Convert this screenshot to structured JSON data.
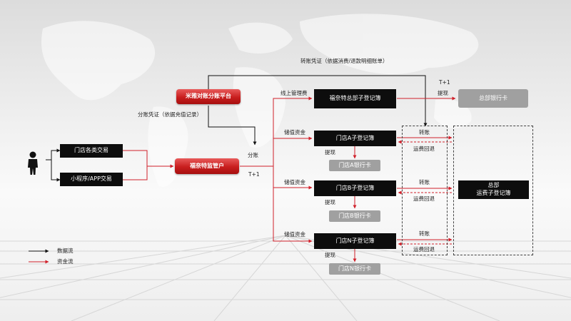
{
  "top_note": "转账凭证（依据消费/退款明细账单）",
  "reconciliation_platform": "米雅对账分账平台",
  "split_voucher": "分账凭证（依据充值记录）",
  "split_label": "分账",
  "t_plus_1_mid": "T+1",
  "t_plus_1_top": "T+1",
  "supervision_account": "福奈特监管户",
  "store_transactions": "门店各类交易",
  "miniapp_transactions": "小程序/APP交易",
  "online_fee": "线上管理费",
  "hq_sub_ledger": "福奈特总部子登记簿",
  "hq_bank_card": "总部银行卡",
  "withdraw": "提现",
  "stores": [
    {
      "deposit_label": "储值资金",
      "ledger": "门店A子登记簿",
      "withdraw": "提现",
      "bank": "门店A银行卡",
      "transfer": "转账",
      "return": "运费回退"
    },
    {
      "deposit_label": "储值资金",
      "ledger": "门店B子登记簿",
      "withdraw": "提现",
      "bank": "门店B银行卡",
      "transfer": "转账",
      "return": "运费回退"
    },
    {
      "deposit_label": "储值资金",
      "ledger": "门店N子登记簿",
      "withdraw": "提现",
      "bank": "门店N银行卡",
      "transfer": "转账",
      "return": "运费回退"
    }
  ],
  "hq_freight_ledger_line1": "总部",
  "hq_freight_ledger_line2": "运费子登记簿",
  "legend": {
    "data_flow": "数据流",
    "fund_flow": "资金流"
  },
  "colors": {
    "data": "#111111",
    "fund": "#d0202a"
  }
}
